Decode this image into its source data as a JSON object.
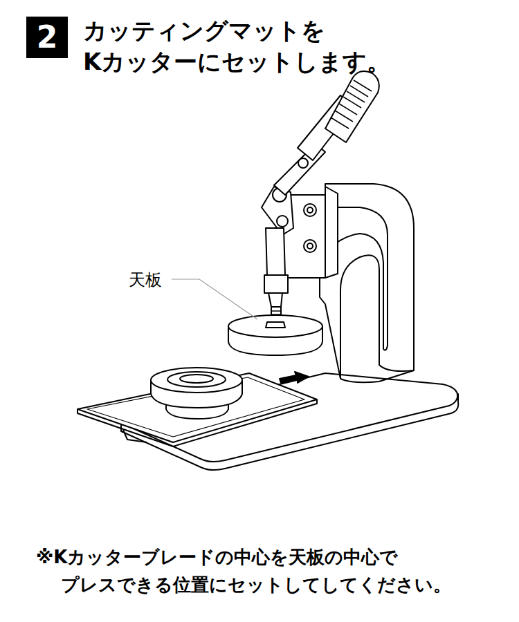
{
  "diagram": {
    "title": "カッティングマットを Kカッターにセットします。",
    "caption": "※Kカッターブレードの中心を天板の中心で プレスできる位置にセットしてしてください。",
    "nodes": [
      {
        "text": [
          "2"
        ]
      }
    ],
    "labels": [
      "天板"
    ]
  }
}
